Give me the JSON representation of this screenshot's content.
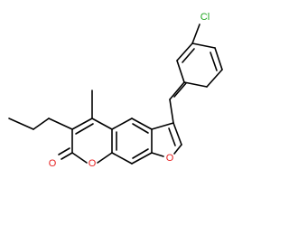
{
  "molecule": {
    "colors": {
      "bond": "#000000",
      "chlorine": "#1ea51e",
      "oxygen": "#e62020"
    },
    "atoms": {
      "chlorine": "Cl",
      "furan_oxygen": "O",
      "lactone_oxygen": "O",
      "carbonyl_oxygen": "O"
    }
  }
}
